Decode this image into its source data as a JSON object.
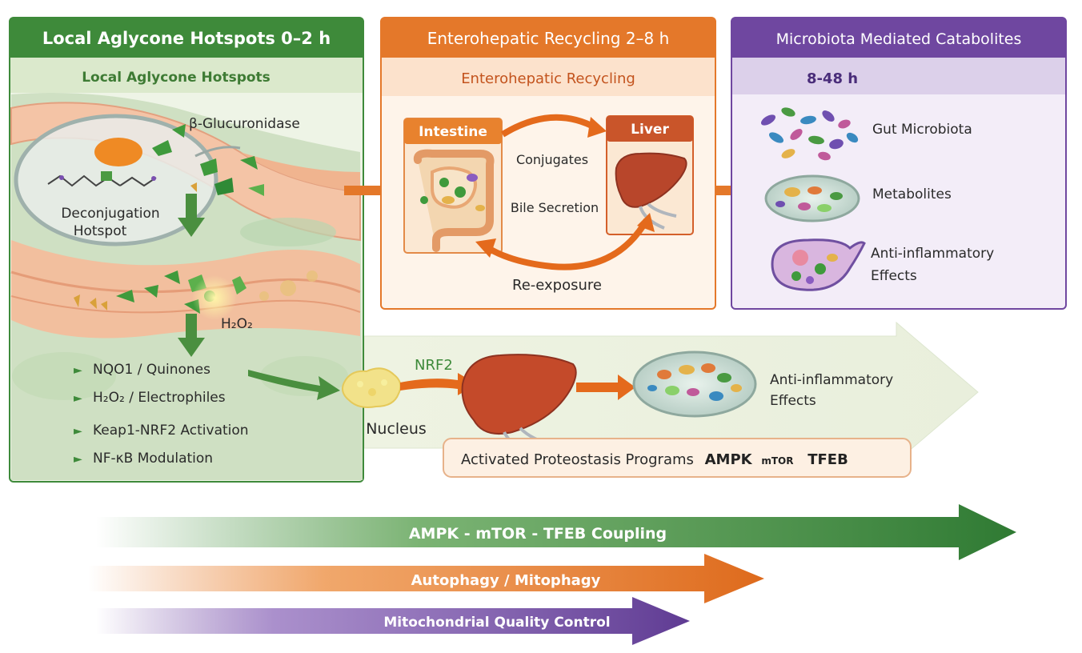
{
  "panels": {
    "local": {
      "header": "Local Aglycone Hotspots 0–2 h",
      "subheader": "Local Aglycone Hotspots",
      "enzyme_label": "β-Glucuronidase",
      "hotspot_label_line1": "Deconjugation",
      "hotspot_label_line2": "Hotspot",
      "h2o2_label": "H₂O₂",
      "bullets": [
        "NQO1 / Quinones",
        "H₂O₂ / Electrophiles",
        "Keap1-NRF2 Activation",
        "NF-κB Modulation"
      ]
    },
    "entero": {
      "header": "Enterohepatic Recycling 2–8 h",
      "subheader": "Enterohepatic Recycling",
      "intestine_label": "Intestine",
      "liver_label": "Liver",
      "conjugates_label": "Conjugates",
      "bile_label": "Bile Secretion",
      "reexposure_label": "Re-exposure"
    },
    "microbiota": {
      "header": "Microbiota Mediated Catabolites",
      "subheader": "8-48 h",
      "items": [
        {
          "label_line1": "Gut Microbiota",
          "label_line2": ""
        },
        {
          "label_line1": "Metabolites",
          "label_line2": ""
        },
        {
          "label_line1": "Anti-inflammatory",
          "label_line2": "Effects"
        }
      ]
    }
  },
  "signaling": {
    "nrf2_label": "NRF2",
    "nucleus_label": "Nucleus",
    "effects_line1": "Anti-inflammatory",
    "effects_line2": "Effects",
    "programs_prefix": "Activated Proteostasis Programs",
    "programs_ampk": "AMPK",
    "programs_mtor": "mTOR",
    "programs_tfeb": "TFEB"
  },
  "bands": [
    {
      "label": "AMPK - mTOR - TFEB Coupling",
      "color": "#3e8a3a"
    },
    {
      "label": "Autophagy / Mitophagy",
      "color": "#e4782a"
    },
    {
      "label": "Mitochondrial Quality Control",
      "color": "#6f47a0"
    }
  ],
  "colors": {
    "green": "#3e8a3a",
    "orange": "#e4782a",
    "purple": "#6f47a0",
    "green_light": "#e6f0dc",
    "orange_light": "#fde8d6",
    "purple_light": "#ebe2f4"
  }
}
